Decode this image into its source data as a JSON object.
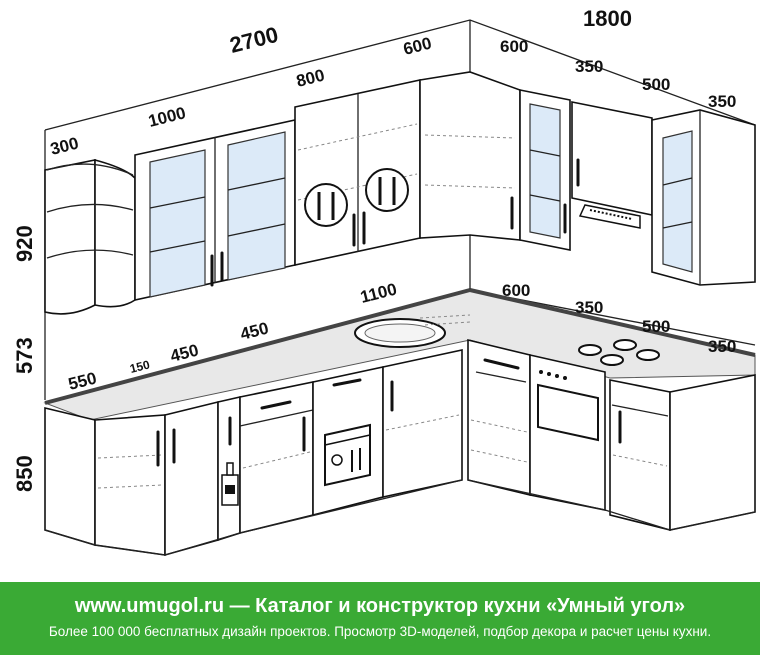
{
  "dimensions": {
    "upper_total_left": "2700",
    "upper_total_right": "1800",
    "upper_shelf": "300",
    "upper_glass_cabinet": "1000",
    "upper_plate_cabinet": "800",
    "upper_corner_left": "600",
    "upper_corner_right": "600",
    "upper_hood": "350",
    "upper_blank": "500",
    "upper_right_glass": "350",
    "height_upper": "920",
    "height_gap": "573",
    "height_lower": "850",
    "lower_end": "550",
    "lower_bottle": "150",
    "lower_drawer": "450",
    "lower_dishwasher": "450",
    "lower_sink_run": "1100",
    "lower_corner": "600",
    "lower_stove": "350",
    "lower_right_base": "500",
    "lower_right_end": "350"
  },
  "icons": [
    "cutlery-icon",
    "bottle-icon",
    "dishwasher-icon",
    "hob-icon",
    "oven-icon",
    "hood-icon",
    "sink-icon"
  ],
  "footer": {
    "title": "www.umugol.ru — Каталог и конструктор кухни «Умный угол»",
    "subtitle": "Более 100 000 бесплатных дизайн проектов. Просмотр 3D-моделей, подбор декора и расчет цены кухни."
  },
  "colors": {
    "footer_bg": "#3aaa35",
    "footer_text": "#ffffff",
    "glass": "#dceaf8"
  }
}
